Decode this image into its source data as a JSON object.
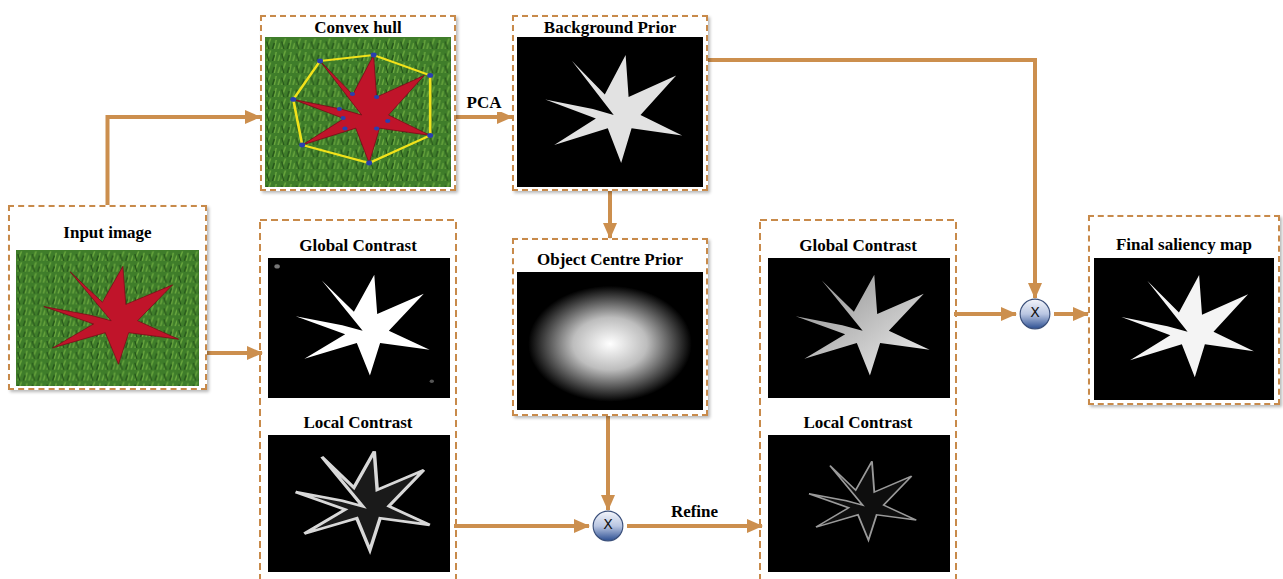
{
  "diagram": {
    "nodes": [
      {
        "text": [
          "Input image"
        ]
      },
      {
        "text": [
          "Convex hull"
        ]
      },
      {
        "text": [
          "Background Prior"
        ]
      },
      {
        "text": [
          "Global Contrast"
        ]
      },
      {
        "text": [
          "Local Contrast"
        ]
      },
      {
        "text": [
          "Object Centre Prior"
        ]
      },
      {
        "text": [
          "X"
        ]
      },
      {
        "text": [
          "Global Contrast"
        ]
      },
      {
        "text": [
          "Local Contrast"
        ]
      },
      {
        "text": [
          "X"
        ]
      },
      {
        "text": [
          "Final saliency map"
        ]
      }
    ],
    "edges": [
      {
        "from": 0,
        "to": 1,
        "arrow": "to"
      },
      {
        "from": 1,
        "to": 2,
        "label": "PCA",
        "arrow": "to"
      },
      {
        "from": 2,
        "to": 5,
        "arrow": "to"
      },
      {
        "from": 2,
        "to": 9,
        "arrow": "to"
      },
      {
        "from": 0,
        "to": 3,
        "arrow": "to"
      },
      {
        "from": 4,
        "to": 6,
        "arrow": "to"
      },
      {
        "from": 5,
        "to": 6,
        "arrow": "to"
      },
      {
        "from": 6,
        "to": 8,
        "label": "Refine",
        "arrow": "to"
      },
      {
        "from": 7,
        "to": 9,
        "arrow": "to"
      },
      {
        "from": 9,
        "to": 10,
        "arrow": "to"
      }
    ]
  }
}
